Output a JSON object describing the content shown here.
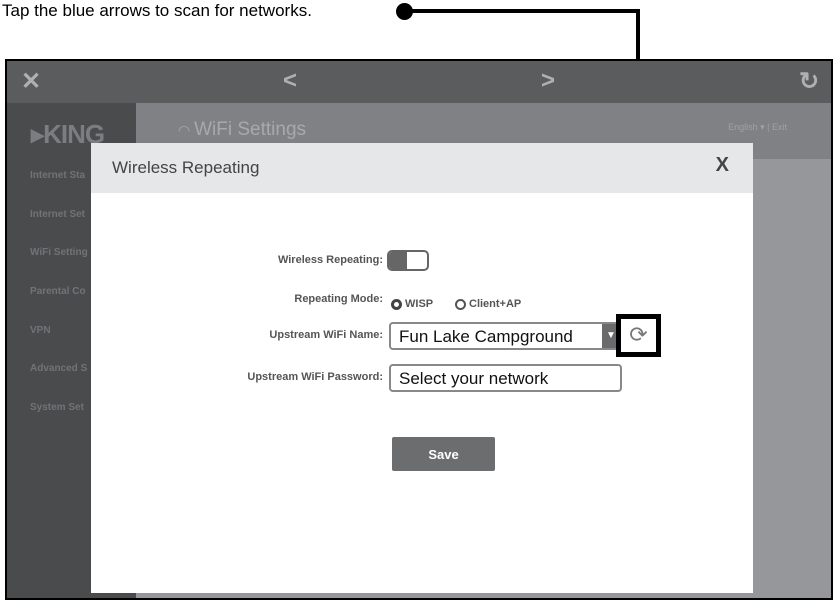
{
  "annotation": {
    "text": "Tap the blue arrows to scan for networks."
  },
  "topbar": {
    "close": "✕",
    "back": "<",
    "forward": ">",
    "refresh": "↻"
  },
  "sidebar": {
    "logo": "KING",
    "items": [
      "Internet Sta",
      "Internet Set",
      "WiFi Setting",
      "Parental Co",
      "VPN",
      "Advanced S",
      "System Set"
    ]
  },
  "header": {
    "title": "WiFi Settings",
    "language": "English ▾",
    "separator": "|",
    "exit": "Exit"
  },
  "modal": {
    "title": "Wireless Repeating",
    "close": "X",
    "repeating_label": "Wireless Repeating:",
    "repeating_on": true,
    "mode_label": "Repeating Mode:",
    "modes": [
      "WISP",
      "Client+AP"
    ],
    "mode_selected": "WISP",
    "name_label": "Upstream WiFi Name:",
    "name_value": "Fun Lake Campground",
    "password_label": "Upstream WiFi Password:",
    "password_value": "Select your network",
    "scan_icon": "⟳",
    "save": "Save"
  }
}
